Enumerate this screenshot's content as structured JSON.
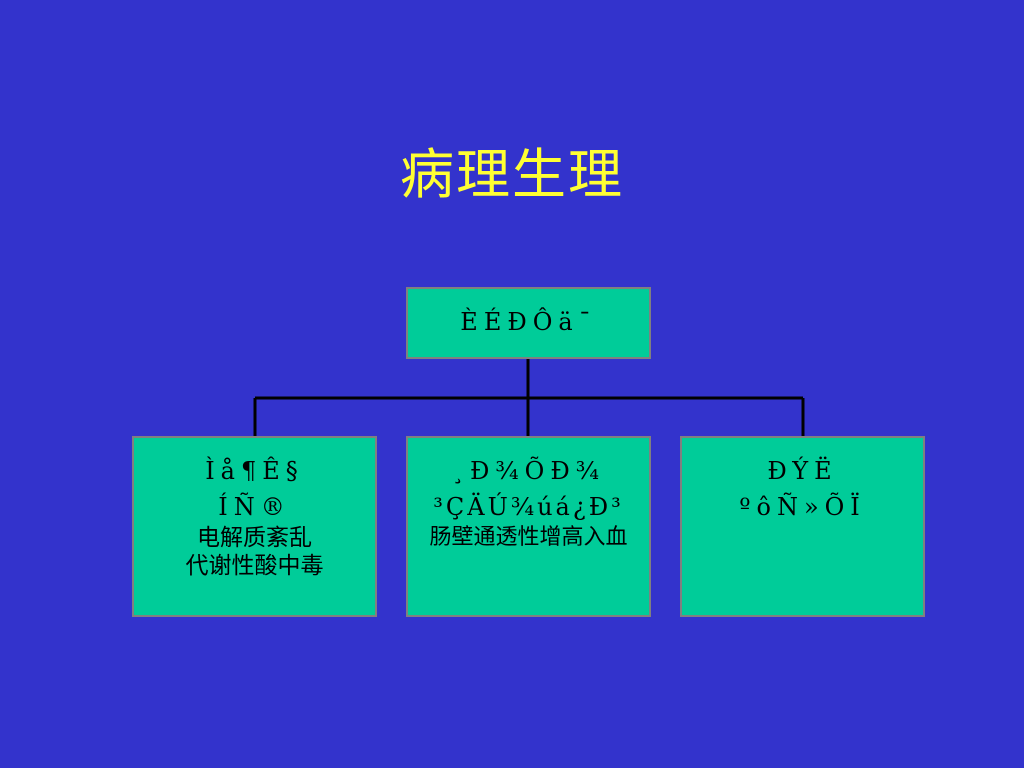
{
  "slide": {
    "title": "病理生理",
    "root": {
      "line1": "ÈÉÐÔä¯"
    },
    "children": [
      {
        "line1": "Ìå¶Ê§",
        "line2": "ÍÑ®",
        "line3": "电解质紊乱",
        "line4": "代谢性酸中毒"
      },
      {
        "line1": "¸Ð¾ÕÐ¾",
        "line2": "³ÇÄÚ¾úá¿Ð³",
        "line3": "肠壁通透性增高入血"
      },
      {
        "line1": "ÐÝË",
        "line2": "ºôÑ»ÕÏ­"
      }
    ]
  }
}
